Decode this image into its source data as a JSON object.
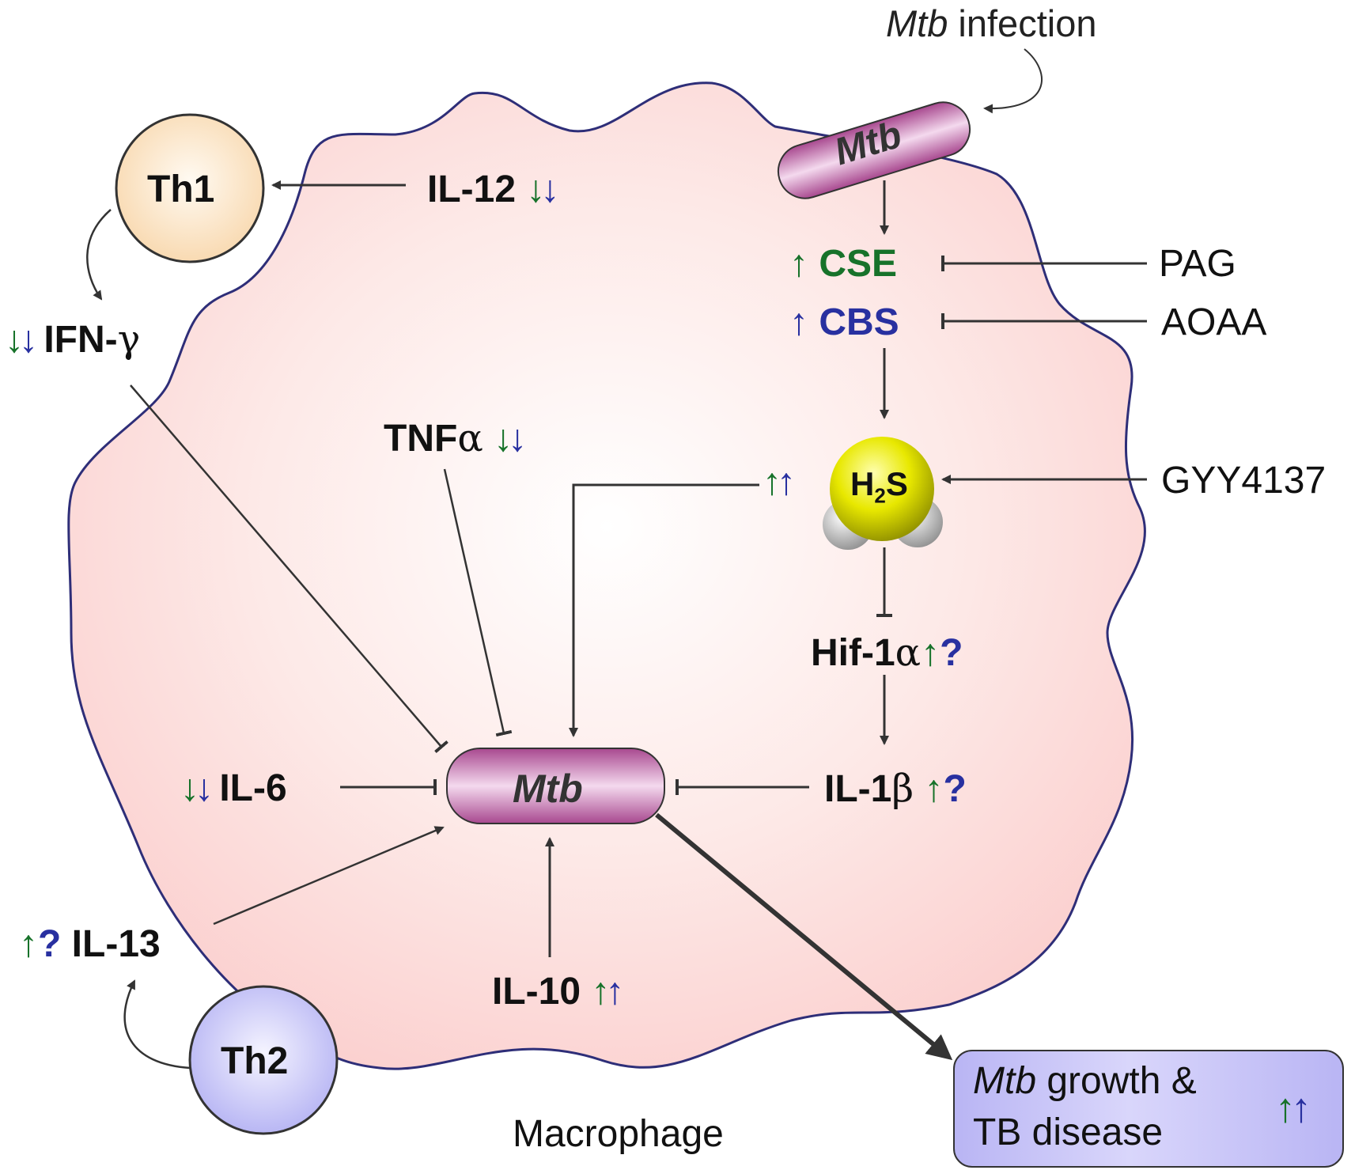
{
  "cells": {
    "th1": "Th1",
    "th2": "Th2",
    "macrophage": "Macrophage",
    "mtb_external": "Mtb",
    "mtb_internal": "Mtb"
  },
  "infection": {
    "italic": "Mtb",
    "rest": " infection"
  },
  "enzymes": {
    "cse": {
      "arrow": "↑",
      "label": "CSE"
    },
    "cbs": {
      "arrow": "↑",
      "label": "CBS"
    }
  },
  "inhibitors": {
    "pag": "PAG",
    "aoaa": "AOAA"
  },
  "donor": "GYY4137",
  "h2s": {
    "h": "H",
    "sub": "2",
    "s": "S",
    "arrows": [
      "↑",
      "↑"
    ]
  },
  "cytokines": {
    "il12": {
      "label": "IL-12",
      "arrows": [
        "↓",
        "↓"
      ]
    },
    "ifng": {
      "label": "IFN-",
      "symbol": "γ",
      "arrows": [
        "↓",
        "↓"
      ]
    },
    "tnfa": {
      "label": "TNF",
      "symbol": "α",
      "arrows": [
        "↓",
        "↓"
      ]
    },
    "hif1a": {
      "label": "Hif-1",
      "symbol": "α",
      "arrow": "↑",
      "q": "?"
    },
    "il1b": {
      "label": "IL-1",
      "symbol": "β",
      "arrow": "↑",
      "q": "?"
    },
    "il6": {
      "label": "IL-6",
      "arrows": [
        "↓",
        "↓"
      ]
    },
    "il13": {
      "label": "IL-13",
      "arrow": "↑",
      "q": "?"
    },
    "il10": {
      "label": "IL-10",
      "arrows": [
        "↑",
        "↑"
      ]
    }
  },
  "outcome": {
    "italic": "Mtb",
    "line1_rest": " growth &",
    "line2": "TB disease",
    "arrows": [
      "↑",
      "↑"
    ]
  },
  "colors": {
    "green": "#17722a",
    "blue": "#2830a0",
    "macrophage_fill": "#fbd6d6",
    "macrophage_outline": "#2e2e78",
    "mtb_fill": "#b04f9e",
    "th1_fill": "#fbe3c4",
    "th2_fill": "#c7c6f7",
    "h2s_fill": "#e4e400"
  }
}
